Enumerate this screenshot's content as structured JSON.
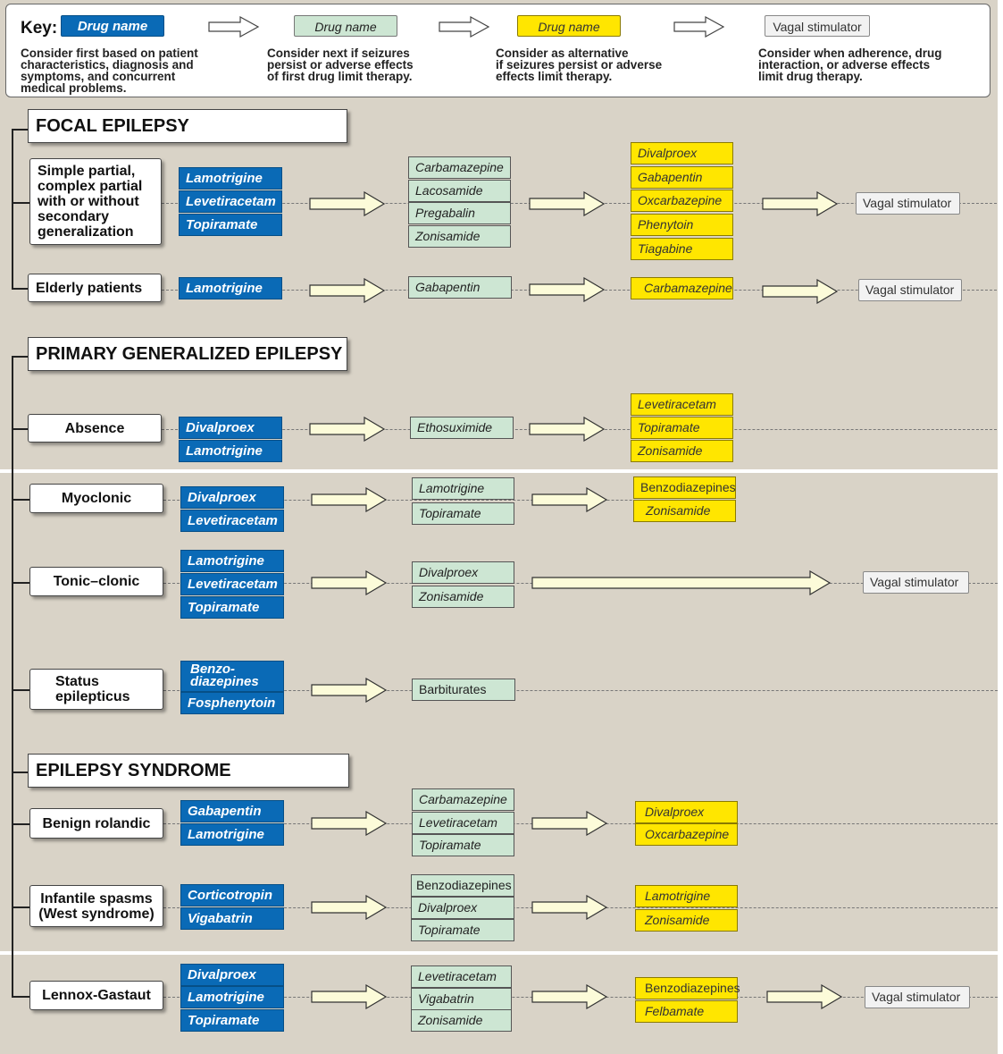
{
  "key": {
    "title": "Key:",
    "boxes": [
      {
        "label": "Drug name",
        "color": "#0a6ab6"
      },
      {
        "label": "Drug name",
        "color": "#cde6d3"
      },
      {
        "label": "Drug name",
        "color": "#ffe600"
      },
      {
        "label": "Vagal stimulator",
        "color": "#f2f2f2"
      }
    ],
    "descriptions": [
      "Consider first based on patient\ncharacteristics, diagnosis and\nsymptoms,  and concurrent\nmedical problems.",
      "Consider next if seizures\npersist or adverse effects\nof first drug limit therapy.",
      "Consider as alternative\nif seizures persist or adverse\neffects  limit therapy.",
      "Consider when adherence, drug\ninteraction, or adverse effects\nlimit drug therapy."
    ]
  },
  "sections": {
    "focal": "FOCAL EPILEPSY",
    "primary": "PRIMARY GENERALIZED EPILEPSY",
    "syndrome": "EPILEPSY SYNDROME"
  },
  "conditions": {
    "simple_partial": "Simple partial,\ncomplex partial\nwith or without\nsecondary\ngeneralization",
    "elderly": "Elderly patients",
    "absence": "Absence",
    "myoclonic": "Myoclonic",
    "tonic_clonic": "Tonic–clonic",
    "status": "Status\nepilepticus",
    "benign": "Benign rolandic",
    "infantile": "Infantile spasms\n(West syndrome)",
    "lennox": "Lennox-Gastaut"
  },
  "drugs": {
    "sp_first": [
      "Lamotrigine",
      "Levetiracetam",
      "Topiramate"
    ],
    "sp_next": [
      "Carbamazepine",
      "Lacosamide",
      "Pregabalin",
      "Zonisamide"
    ],
    "sp_alt": [
      "Divalproex",
      "Gabapentin",
      "Oxcarbazepine",
      "Phenytoin",
      "Tiagabine"
    ],
    "el_first": [
      "Lamotrigine"
    ],
    "el_next": [
      "Gabapentin"
    ],
    "el_alt": [
      "Carbamazepine"
    ],
    "ab_first": [
      "Divalproex",
      "Lamotrigine"
    ],
    "ab_next": [
      "Ethosuximide"
    ],
    "ab_alt": [
      "Levetiracetam",
      "Topiramate",
      "Zonisamide"
    ],
    "my_first": [
      "Divalproex",
      "Levetiracetam"
    ],
    "my_next": [
      "Lamotrigine",
      "Topiramate"
    ],
    "my_alt": [
      "Benzodiazepines",
      "Zonisamide"
    ],
    "tc_first": [
      "Lamotrigine",
      "Levetiracetam",
      "Topiramate"
    ],
    "tc_next": [
      "Divalproex",
      "Zonisamide"
    ],
    "st_first": [
      "Benzo-\ndiazepines",
      "Fosphenytoin"
    ],
    "st_next": [
      "Barbiturates"
    ],
    "br_first": [
      "Gabapentin",
      "Lamotrigine"
    ],
    "br_next": [
      "Carbamazepine",
      "Levetiracetam",
      "Topiramate"
    ],
    "br_alt": [
      "Divalproex",
      "Oxcarbazepine"
    ],
    "is_first": [
      "Corticotropin",
      "Vigabatrin"
    ],
    "is_next": [
      "Benzodiazepines",
      "Divalproex",
      "Topiramate"
    ],
    "is_alt": [
      "Lamotrigine",
      "Zonisamide"
    ],
    "lg_first": [
      "Divalproex",
      "Lamotrigine",
      "Topiramate"
    ],
    "lg_next": [
      "Levetiracetam",
      "Vigabatrin",
      "Zonisamide"
    ],
    "lg_alt": [
      "Benzodiazepines",
      "Felbamate"
    ],
    "vagal": "Vagal stimulator"
  }
}
